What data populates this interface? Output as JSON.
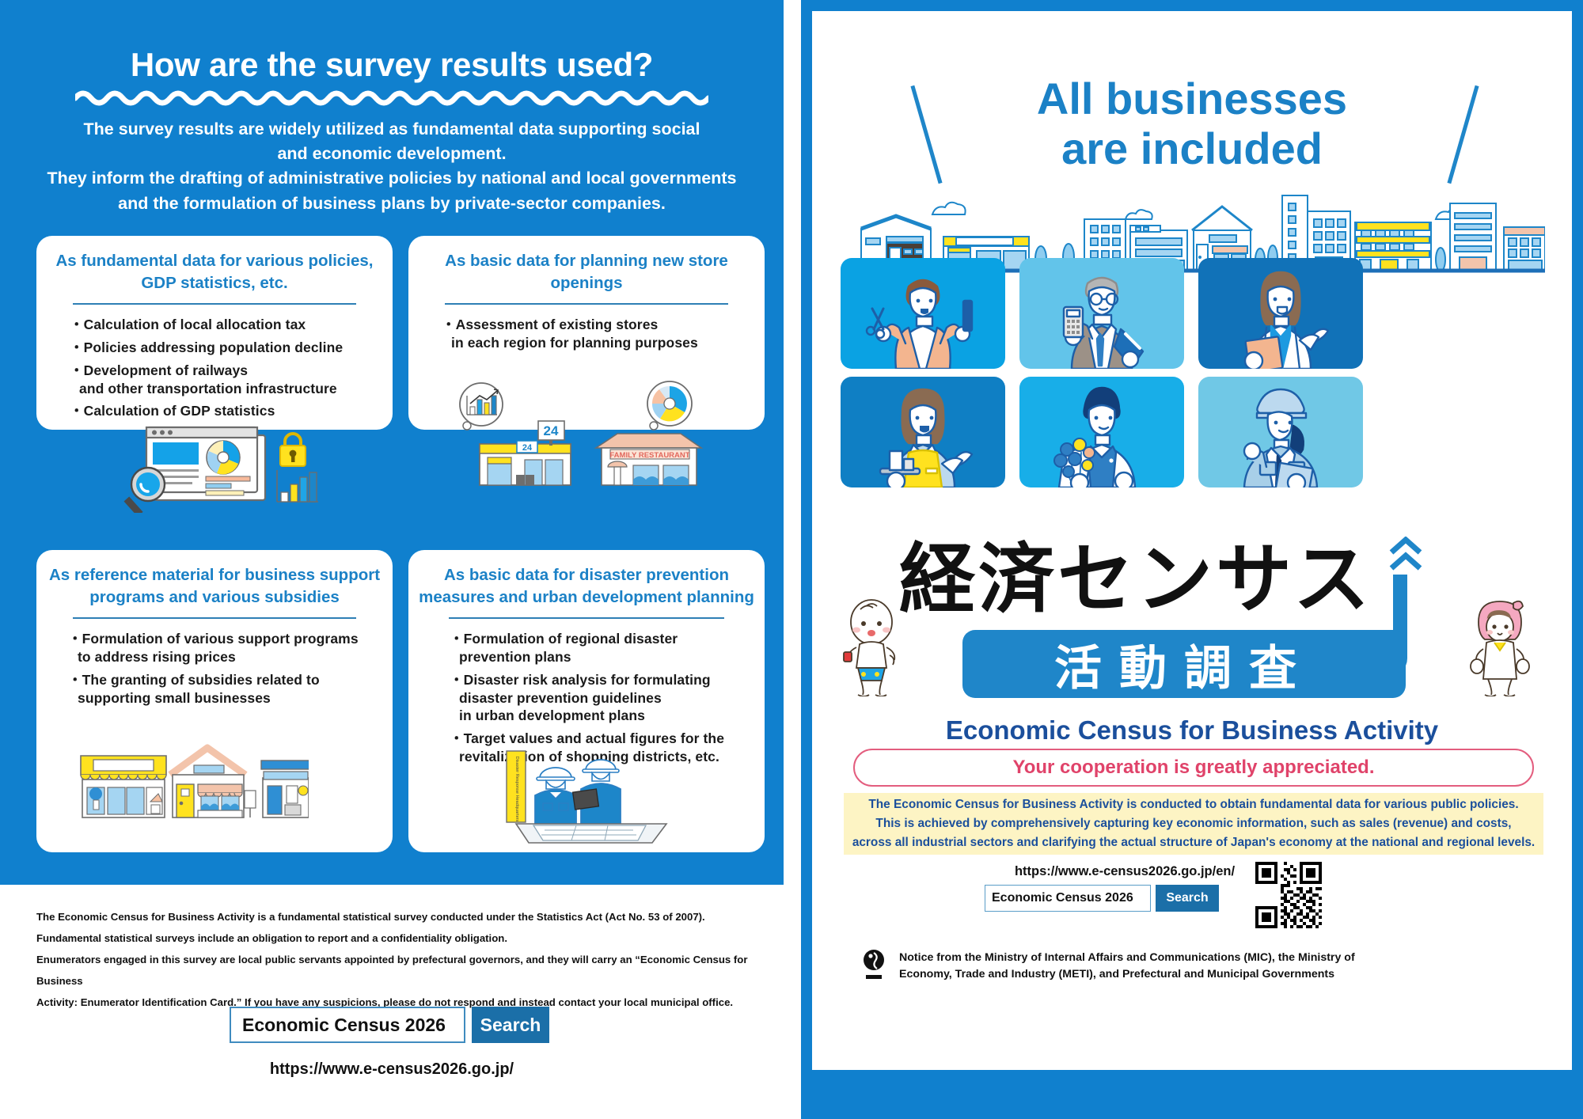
{
  "colors": {
    "brand_blue": "#1080ce",
    "title_blue": "#1b81c6",
    "dark_blue_text": "#1b4f9c",
    "pink": "#e0436a",
    "yellow_box": "#fdf4c4"
  },
  "left": {
    "title": "How are the survey results used?",
    "lead_lines": [
      "The survey results are widely utilized as fundamental data supporting social",
      "and economic development.",
      "They inform the drafting of administrative policies by national and local governments",
      "and the formulation of business plans by private-sector companies."
    ],
    "cards": [
      {
        "title": "As fundamental data for various policies,\nGDP statistics, etc.",
        "bullets": [
          "Calculation of local allocation tax",
          "Policies addressing population decline",
          "Development of railways\n and other transportation infrastructure",
          "Calculation of GDP statistics"
        ],
        "illustration": "dashboard-magnifier-lock-chart-icon"
      },
      {
        "title": "As basic data for\nplanning new store openings",
        "bullets": [
          "Assessment of existing stores\n in each region for planning purposes"
        ],
        "illustration": "convenience-store-family-restaurant-icon",
        "labels": {
          "store_sign": "24",
          "store_badge": "24",
          "restaurant_sign": "FAMILY RESTAURANT"
        }
      },
      {
        "title": "As reference material for business\nsupport programs and various subsidies",
        "bullets": [
          "Formulation of various support programs\n to address rising prices",
          "The granting of subsidies related to\n supporting small businesses"
        ],
        "illustration": "small-shops-row-icon"
      },
      {
        "title": "As basic data for disaster prevention measures\nand urban development planning",
        "bullets": [
          "Formulation of regional disaster\n prevention plans",
          "Disaster risk analysis for formulating\n disaster prevention guidelines\n in urban development plans",
          "Target values and actual figures for the\n revitalization of shopping districts, etc."
        ],
        "illustration": "disaster-response-headquarters-icon",
        "labels": {
          "banner": "Disaster Response Headquarters"
        }
      }
    ],
    "legal_lines": [
      "The Economic Census for Business Activity is a fundamental statistical survey conducted under the Statistics Act (Act No. 53 of 2007).",
      "Fundamental statistical surveys include an obligation to report and a confidentiality obligation.",
      "Enumerators engaged in this survey are local public servants appointed by prefectural governors, and they will carry an “Economic Census for Business",
      "Activity: Enumerator Identification Card.” If you have any suspicions, please do not respond and instead contact your local municipal office."
    ],
    "search": {
      "value": "Economic Census 2026",
      "placeholder": "Economic Census 2026",
      "button_label": "Search"
    },
    "url": "https://www.e-census2026.go.jp/"
  },
  "right": {
    "title_line1": "All businesses",
    "title_line2": "are included",
    "people_tiles": [
      {
        "name": "barber",
        "bg": "#0aa2e3"
      },
      {
        "name": "businessman-accountant",
        "bg": "#62c4ea"
      },
      {
        "name": "medical-worker",
        "bg": "#1172b8"
      },
      {
        "name": "cafe-waitress",
        "bg": "#0f7fc4"
      },
      {
        "name": "florist",
        "bg": "#18aee8"
      },
      {
        "name": "factory-worker",
        "bg": "#70c8e6"
      }
    ],
    "logo": {
      "kanji_main": "経済センサス",
      "kanji_sub": "活動調査",
      "english": "Economic Census for Business Activity"
    },
    "pill_text": "Your cooperation is greatly appreciated.",
    "yellow_lines": [
      "The Economic Census for Business Activity is conducted to obtain fundamental data for various public policies.",
      "This is achieved by comprehensively capturing key economic information, such as sales (revenue) and costs,",
      "across all industrial sectors and clarifying the actual structure of Japan's economy at the national and regional levels."
    ],
    "url": "https://www.e-census2026.go.jp/en/",
    "search": {
      "value": "Economic Census 2026",
      "placeholder": "Economic Census 2026",
      "button_label": "Search"
    },
    "notice_lines": [
      "Notice from the Ministry of Internal Affairs and Communications (MIC), the Ministry of",
      "Economy, Trade and Industry (METI), and Prefectural and Municipal Governments"
    ]
  }
}
